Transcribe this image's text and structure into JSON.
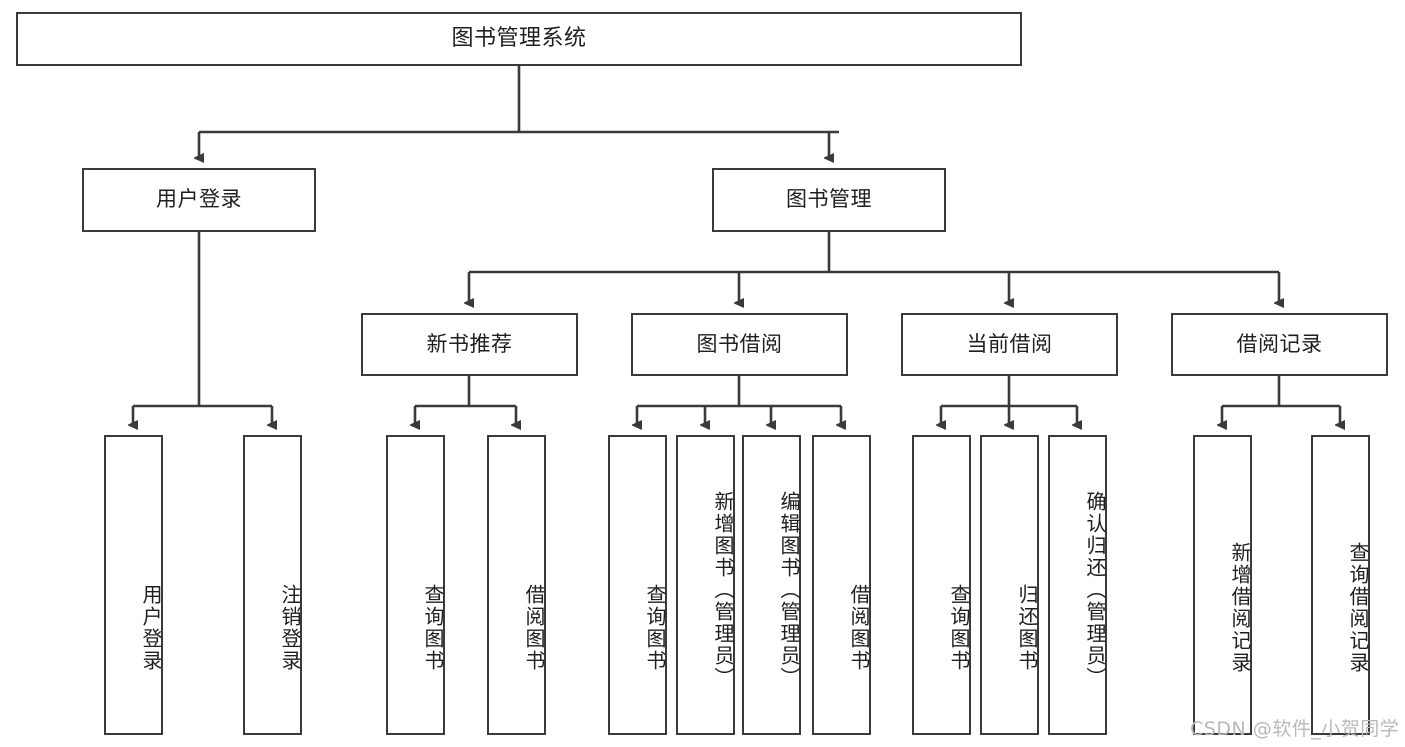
{
  "diagram": {
    "title": "图书管理系统",
    "type": "tree-hierarchy",
    "root": {
      "label": "图书管理系统"
    },
    "level2": [
      {
        "label": "用户登录"
      },
      {
        "label": "图书管理"
      }
    ],
    "level3": [
      {
        "label": "新书推荐"
      },
      {
        "label": "图书借阅"
      },
      {
        "label": "当前借阅"
      },
      {
        "label": "借阅记录"
      }
    ],
    "leaves": {
      "user_login": [
        {
          "label": "用户登录"
        },
        {
          "label": "注销登录"
        }
      ],
      "new_book_recommend": [
        {
          "label": "查询图书"
        },
        {
          "label": "借阅图书"
        }
      ],
      "book_borrow": [
        {
          "label": "查询图书"
        },
        {
          "label": "新增图书（管理员）"
        },
        {
          "label": "编辑图书（管理员）"
        },
        {
          "label": "借阅图书"
        }
      ],
      "current_borrow": [
        {
          "label": "查询图书"
        },
        {
          "label": "归还图书"
        },
        {
          "label": "确认归还（管理员）"
        }
      ],
      "borrow_record": [
        {
          "label": "新增借阅记录"
        },
        {
          "label": "查询借阅记录"
        }
      ]
    }
  },
  "watermark": {
    "text": "CSDN @软件_小贺同学"
  },
  "colors": {
    "stroke": "#3a3a3a",
    "background": "#ffffff",
    "text": "#1f1f1f",
    "watermark": "#b9b9b9"
  }
}
